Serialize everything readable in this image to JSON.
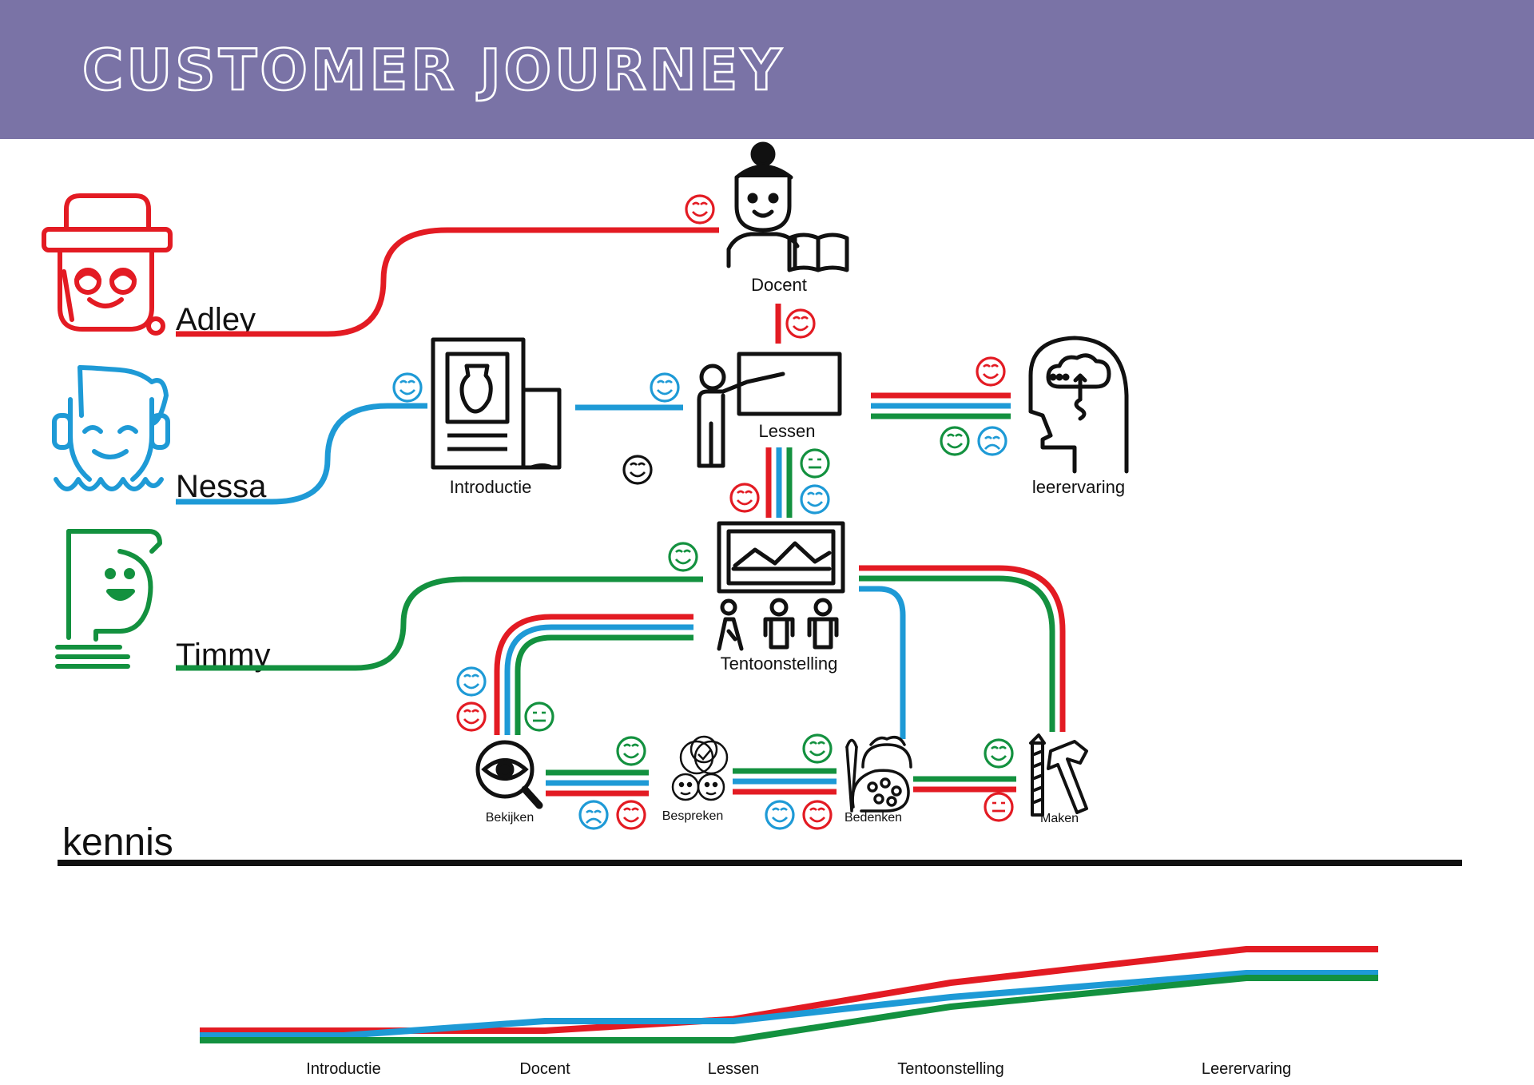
{
  "header": {
    "title": "CUSTOMER JOURNEY"
  },
  "colors": {
    "adley": "#e31b23",
    "nessa": "#1e9ad6",
    "timmy": "#13913f",
    "header_bg": "#7a73a6",
    "ink": "#111111"
  },
  "personas": [
    {
      "name": "Adley",
      "color": "adley"
    },
    {
      "name": "Nessa",
      "color": "nessa"
    },
    {
      "name": "Timmy",
      "color": "timmy"
    }
  ],
  "stages": {
    "docent": "Docent",
    "introductie": "Introductie",
    "lessen": "Lessen",
    "leerervaring": "leerervaring",
    "tentoonstelling": "Tentoonstelling",
    "bekijken": "Bekijken",
    "bespreken": "Bespreken",
    "bedenken": "Bedenken",
    "maken": "Maken"
  },
  "kennis": {
    "title": "kennis",
    "axis_labels": [
      "Introductie",
      "Docent",
      "Lessen",
      "Tentoonstelling",
      "Leerervaring"
    ]
  },
  "chart_data": {
    "type": "line",
    "title": "kennis",
    "categories": [
      "Introductie",
      "Docent",
      "Lessen",
      "Tentoonstelling",
      "Leerervaring"
    ],
    "series": [
      {
        "color": "#e31b23",
        "values": [
          0.0,
          0.0,
          0.12,
          0.5,
          0.85
        ]
      },
      {
        "color": "#1e9ad6",
        "values": [
          -0.05,
          0.1,
          0.1,
          0.35,
          0.6
        ]
      },
      {
        "color": "#13913f",
        "values": [
          -0.1,
          -0.1,
          -0.1,
          0.25,
          0.55
        ]
      }
    ]
  }
}
